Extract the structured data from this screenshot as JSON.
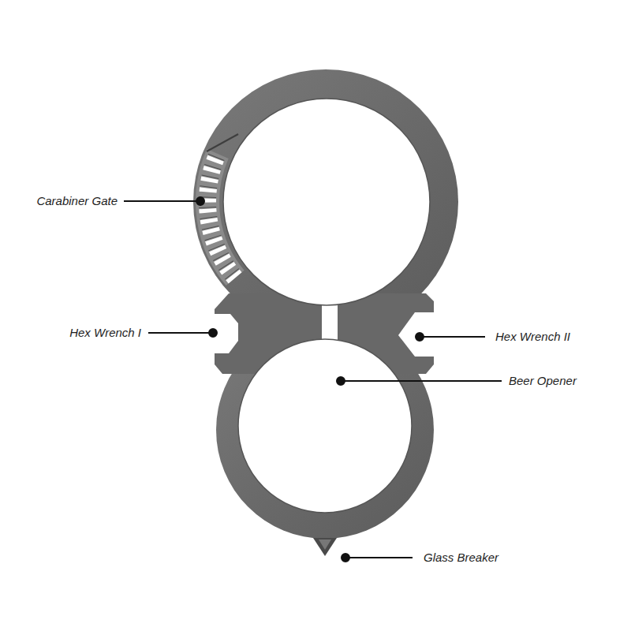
{
  "diagram": {
    "labels": [
      "Carabiner Gate",
      "Hex Wrench I",
      "Hex Wrench II",
      "Beer Opener",
      "Glass Breaker"
    ]
  }
}
